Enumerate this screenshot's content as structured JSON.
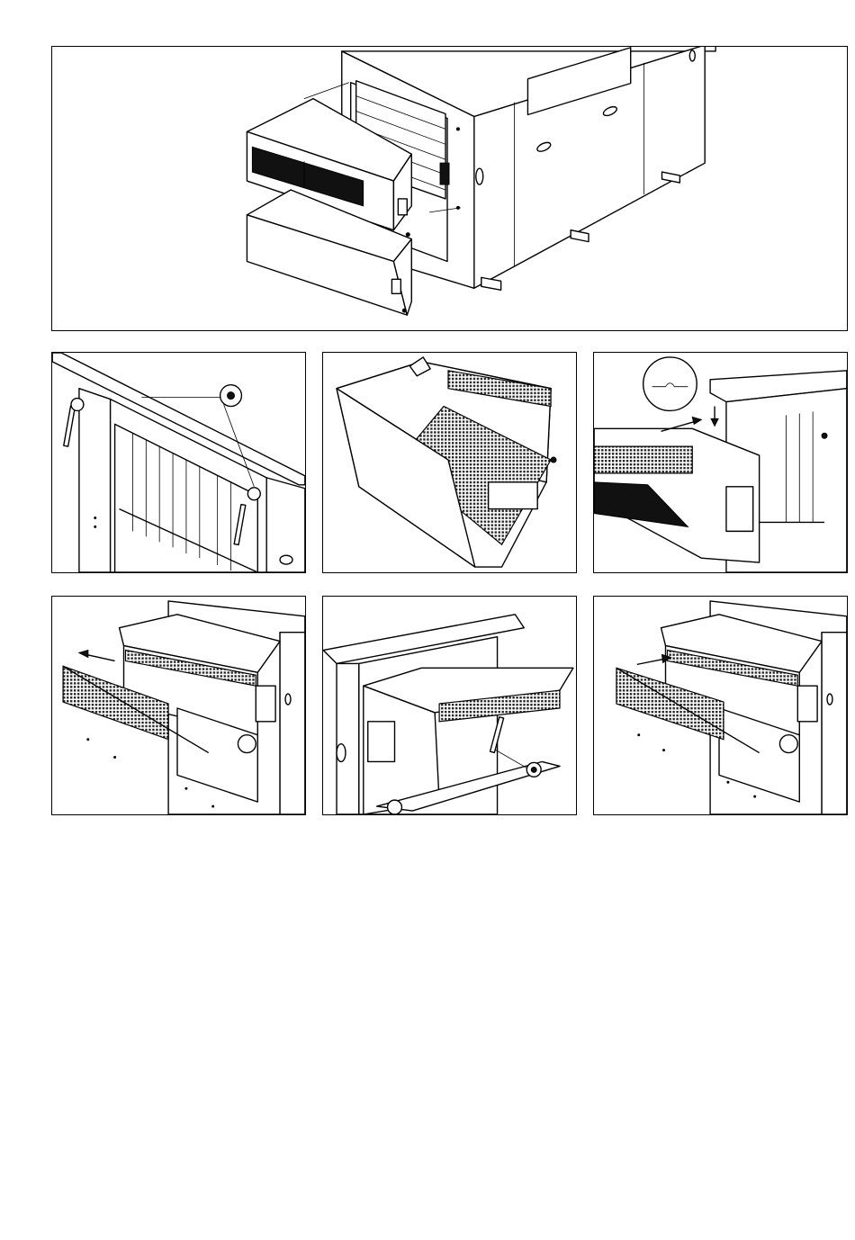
{
  "page": {
    "background": "#ffffff",
    "line_color": "#000000"
  },
  "figures": [
    {
      "id": "main",
      "subject": "air-handling-unit-with-weather-hood"
    },
    {
      "id": "step-1",
      "subject": "remove-mounting-bolts"
    },
    {
      "id": "step-2",
      "subject": "hood-with-filter-mesh"
    },
    {
      "id": "step-3",
      "subject": "hang-hood-on-unit"
    },
    {
      "id": "step-4",
      "subject": "pull-out-filter-grille"
    },
    {
      "id": "step-5",
      "subject": "fasten-hood-screws"
    },
    {
      "id": "step-6",
      "subject": "insert-filter-grille"
    }
  ]
}
